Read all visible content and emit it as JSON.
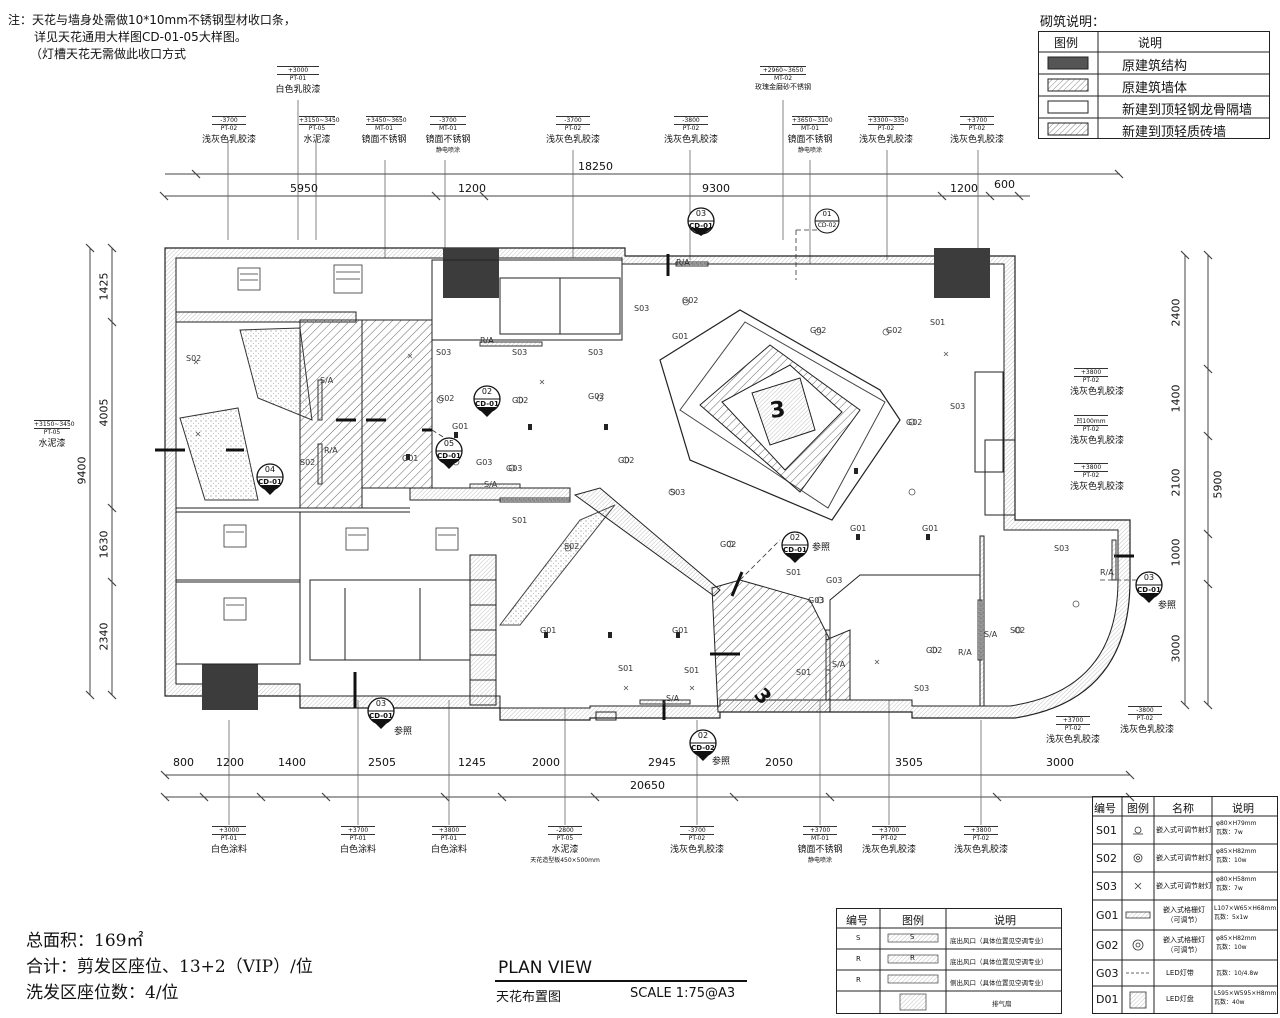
{
  "notes": [
    "注：天花与墙身处需做10*10mm不锈钢型材收口条，",
    "    详见天花通用大样图CD-01-05大样图。",
    "（灯槽天花无需做此收口方式"
  ],
  "masonry_legend": {
    "title": "砌筑说明：",
    "headers": [
      "图例",
      "说明"
    ],
    "rows": [
      {
        "pattern": "solid",
        "label": "原建筑结构"
      },
      {
        "pattern": "light",
        "label": "原建筑墙体"
      },
      {
        "pattern": "blank",
        "label": "新建到顶轻钢龙骨隔墙"
      },
      {
        "pattern": "hatch",
        "label": "新建到顶轻质砖墙"
      }
    ]
  },
  "top_callouts": [
    {
      "code": "+3000",
      "mat": "PT-01",
      "desc": "白色乳胶漆",
      "sub": ""
    },
    {
      "code": "+2960~3650",
      "mat": "MT-02",
      "desc": "玫瑰金磨砂不锈钢",
      "sub": ""
    },
    {
      "code": "-3700",
      "mat": "PT-02",
      "desc": "浅灰色乳胶漆",
      "sub": ""
    },
    {
      "code": "+3150~3450",
      "mat": "PT-05",
      "desc": "水泥漆",
      "sub": ""
    },
    {
      "code": "+3450~3650",
      "mat": "MT-01",
      "desc": "镜面不锈钢",
      "sub": ""
    },
    {
      "code": "-3700",
      "mat": "MT-01",
      "desc": "镜面不锈钢",
      "sub": "静电喷涂"
    },
    {
      "code": "-3700",
      "mat": "PT-02",
      "desc": "浅灰色乳胶漆",
      "sub": ""
    },
    {
      "code": "-3800",
      "mat": "PT-02",
      "desc": "浅灰色乳胶漆",
      "sub": ""
    },
    {
      "code": "+3650~3100",
      "mat": "MT-01",
      "desc": "镜面不锈钢",
      "sub": "静电喷涂"
    },
    {
      "code": "+3300~3350",
      "mat": "PT-02",
      "desc": "浅灰色乳胶漆",
      "sub": ""
    },
    {
      "code": "+3700",
      "mat": "PT-02",
      "desc": "浅灰色乳胶漆",
      "sub": ""
    }
  ],
  "top_dims": {
    "total": "18250",
    "segments": [
      "5950",
      "1200",
      "9300",
      "1200",
      "600"
    ]
  },
  "left_dims": {
    "total": "9400",
    "segments": [
      "1425",
      "4005",
      "1630",
      "2340"
    ]
  },
  "right_dims": {
    "total": "5900",
    "segments": [
      "2400",
      "1400",
      "2100",
      "1000",
      "3000"
    ]
  },
  "bottom_dims": {
    "total": "20650",
    "segments": [
      "800",
      "1200",
      "1400",
      "2505",
      "1245",
      "2000",
      "2945",
      "2050",
      "3505",
      "3000"
    ]
  },
  "left_callout": {
    "code": "+3150~3450",
    "mat": "PT-05",
    "desc": "水泥漆"
  },
  "right_callouts": [
    {
      "code": "+3800",
      "mat": "PT-02",
      "desc": "浅灰色乳胶漆"
    },
    {
      "code": "凹100mm",
      "mat": "PT-02",
      "desc": "浅灰色乳胶漆"
    },
    {
      "code": "+3800",
      "mat": "PT-02",
      "desc": "浅灰色乳胶漆"
    },
    {
      "code": "-3800",
      "mat": "PT-02",
      "desc": "浅灰色乳胶漆"
    },
    {
      "code": "+3700",
      "mat": "PT-02",
      "desc": "浅灰色乳胶漆"
    }
  ],
  "bottom_callouts": [
    {
      "code": "+3000",
      "mat": "PT-01",
      "desc": "白色涂料",
      "sub": ""
    },
    {
      "code": "+3700",
      "mat": "PT-01",
      "desc": "白色涂料",
      "sub": ""
    },
    {
      "code": "+3800",
      "mat": "PT-01",
      "desc": "白色涂料",
      "sub": ""
    },
    {
      "code": "-2800",
      "mat": "PT-05",
      "desc": "水泥漆",
      "sub": "天花造型板450×500mm"
    },
    {
      "code": "-3700",
      "mat": "PT-02",
      "desc": "浅灰色乳胶漆",
      "sub": ""
    },
    {
      "code": "+3700",
      "mat": "MT-01",
      "desc": "镜面不锈钢",
      "sub": "静电喷涂"
    },
    {
      "code": "+3700",
      "mat": "PT-02",
      "desc": "浅灰色乳胶漆",
      "sub": ""
    },
    {
      "code": "+3800",
      "mat": "PT-02",
      "desc": "浅灰色乳胶漆",
      "sub": ""
    }
  ],
  "section_markers": [
    {
      "num": "03",
      "ref": "CD-01",
      "note": ""
    },
    {
      "num": "01",
      "ref": "CD-02",
      "note": ""
    },
    {
      "num": "02",
      "ref": "CD-01",
      "note": ""
    },
    {
      "num": "05",
      "ref": "CD-01",
      "note": ""
    },
    {
      "num": "04",
      "ref": "CD-01",
      "note": ""
    },
    {
      "num": "02",
      "ref": "CD-01",
      "note": "参照"
    },
    {
      "num": "03",
      "ref": "CD-01",
      "note": "参照"
    },
    {
      "num": "03",
      "ref": "CD-01",
      "note": "参照"
    },
    {
      "num": "02",
      "ref": "CD-02",
      "note": "参照"
    }
  ],
  "plan_labels": {
    "sa": "S/A",
    "ra": "R/A",
    "fixtures": [
      "S01",
      "S02",
      "S03",
      "G01",
      "G02",
      "G03"
    ],
    "height_mark": "3"
  },
  "stats": [
    "总面积：169㎡",
    "合计：剪发区座位、13+2（VIP）/位",
    "洗发区座位数：4/位"
  ],
  "title": {
    "main": "PLAN VIEW",
    "sub": "天花布置图",
    "scale": "SCALE  1:75@A3"
  },
  "vent_table": {
    "headers": [
      "编号",
      "图例",
      "说明"
    ],
    "rows": [
      {
        "code": "S",
        "symbol": "S",
        "desc": "底出风口（具体位置见空调专业）"
      },
      {
        "code": "R",
        "symbol": "R",
        "desc": "底出风口（具体位置见空调专业）"
      },
      {
        "code": "R",
        "symbol": "",
        "desc": "侧出风口（具体位置见空调专业）"
      },
      {
        "code": "",
        "symbol": "",
        "desc": "排气扇"
      }
    ]
  },
  "light_table": {
    "headers": [
      "编号",
      "图例",
      "名称",
      "说明"
    ],
    "rows": [
      {
        "code": "S01",
        "name": "嵌入式可调节射灯",
        "spec": "φ80×H79mm|瓦数：7w"
      },
      {
        "code": "S02",
        "name": "嵌入式可调节射灯",
        "spec": "φ85×H82mm|瓦数：10w"
      },
      {
        "code": "S03",
        "name": "嵌入式可调节射灯",
        "spec": "φ80×H58mm|瓦数：7w"
      },
      {
        "code": "G01",
        "name": "嵌入式格栅灯|（可调节）",
        "spec": "L107×W65×H68mm|瓦数：5x1w"
      },
      {
        "code": "G02",
        "name": "嵌入式格栅灯|（可调节）",
        "spec": "φ85×H82mm|瓦数：10w"
      },
      {
        "code": "G03",
        "name": "LED灯带",
        "spec": "瓦数：10/4.8w"
      },
      {
        "code": "D01",
        "name": "LED灯盘",
        "spec": "L595×W595×H8mm|瓦数：40w"
      }
    ]
  }
}
